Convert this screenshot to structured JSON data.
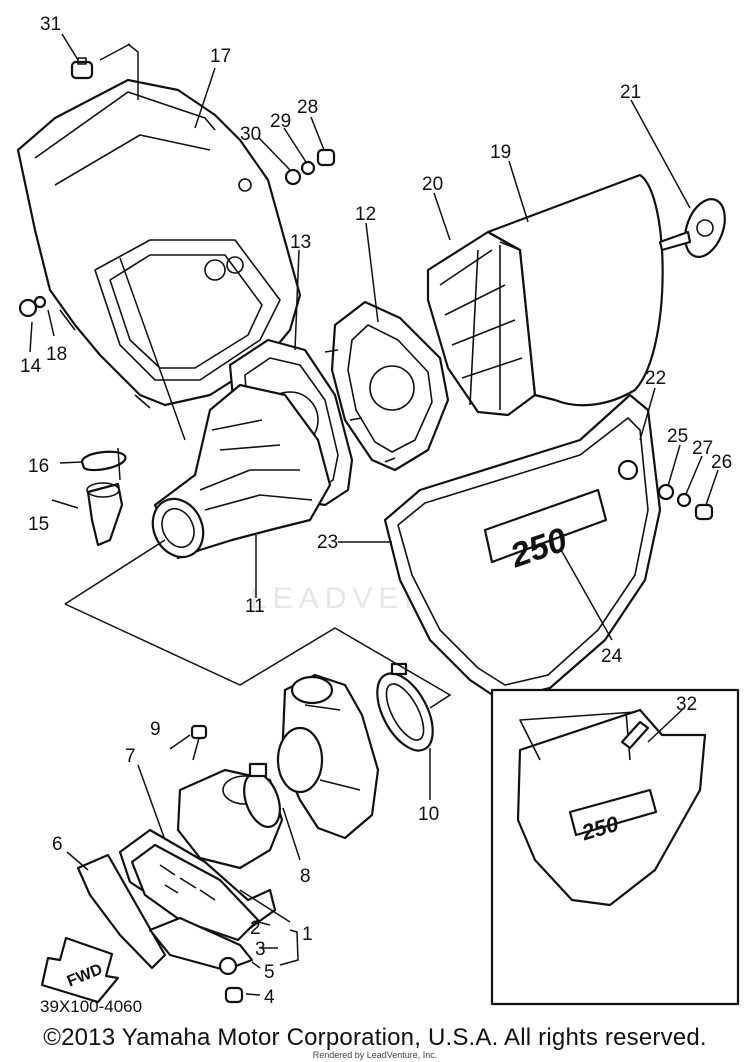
{
  "diagram": {
    "reference_code": "39X100-4060",
    "fwd_label": "FWD",
    "model_badge": "250",
    "watermark": "LEADVENTURE",
    "parts": [
      {
        "id": "1",
        "label": "1"
      },
      {
        "id": "2",
        "label": "2"
      },
      {
        "id": "3",
        "label": "3"
      },
      {
        "id": "4",
        "label": "4"
      },
      {
        "id": "5",
        "label": "5"
      },
      {
        "id": "6",
        "label": "6"
      },
      {
        "id": "7",
        "label": "7"
      },
      {
        "id": "8",
        "label": "8"
      },
      {
        "id": "9",
        "label": "9"
      },
      {
        "id": "10",
        "label": "10"
      },
      {
        "id": "11",
        "label": "11"
      },
      {
        "id": "12",
        "label": "12"
      },
      {
        "id": "13",
        "label": "13"
      },
      {
        "id": "14",
        "label": "14"
      },
      {
        "id": "15",
        "label": "15"
      },
      {
        "id": "16",
        "label": "16"
      },
      {
        "id": "17",
        "label": "17"
      },
      {
        "id": "18",
        "label": "18"
      },
      {
        "id": "19",
        "label": "19"
      },
      {
        "id": "20",
        "label": "20"
      },
      {
        "id": "21",
        "label": "21"
      },
      {
        "id": "22",
        "label": "22"
      },
      {
        "id": "23",
        "label": "23"
      },
      {
        "id": "24",
        "label": "24"
      },
      {
        "id": "25",
        "label": "25"
      },
      {
        "id": "26",
        "label": "26"
      },
      {
        "id": "27",
        "label": "27"
      },
      {
        "id": "28",
        "label": "28"
      },
      {
        "id": "29",
        "label": "29"
      },
      {
        "id": "30",
        "label": "30"
      },
      {
        "id": "31",
        "label": "31"
      },
      {
        "id": "32",
        "label": "32"
      }
    ]
  },
  "footer": {
    "copyright": "©2013 Yamaha Motor Corporation, U.S.A. All rights reserved.",
    "rendered_by": "Rendered by LeadVenture, Inc."
  }
}
